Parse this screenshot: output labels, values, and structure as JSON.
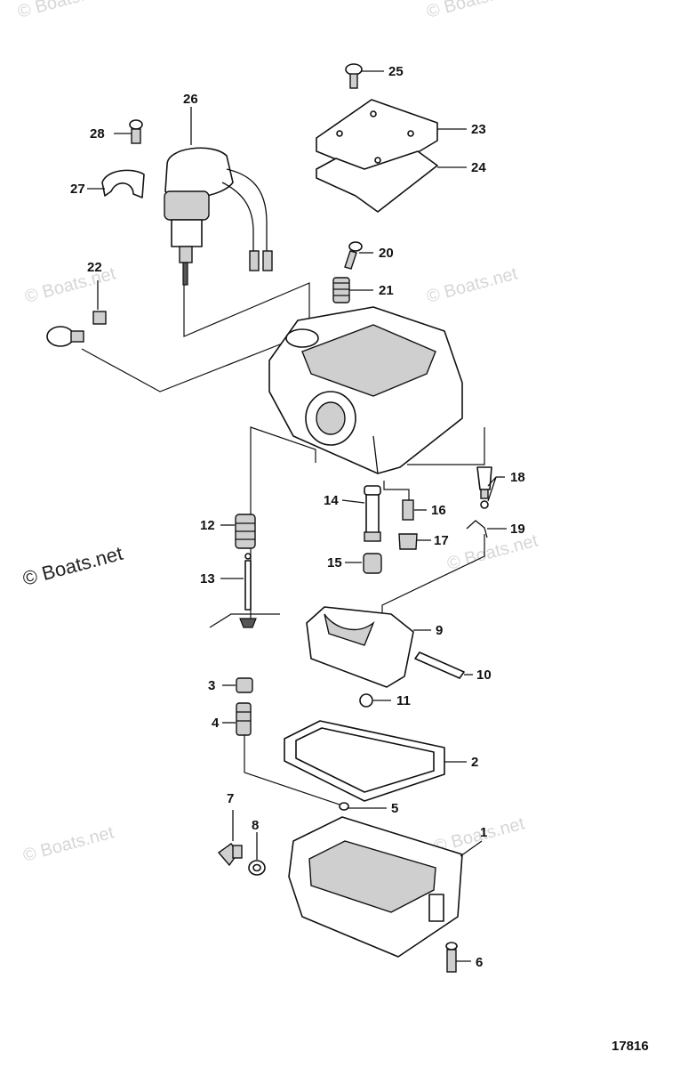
{
  "watermark": "© Boats.net",
  "figure_number": "17816",
  "callouts": {
    "c1": "1",
    "c2": "2",
    "c3": "3",
    "c4": "4",
    "c5": "5",
    "c6": "6",
    "c7": "7",
    "c8": "8",
    "c9": "9",
    "c10": "10",
    "c11": "11",
    "c12": "12",
    "c13": "13",
    "c14": "14",
    "c15": "15",
    "c16": "16",
    "c17": "17",
    "c18": "18",
    "c19": "19",
    "c20": "20",
    "c21": "21",
    "c22": "22",
    "c23": "23",
    "c24": "24",
    "c25": "25",
    "c26": "26",
    "c27": "27",
    "c28": "28"
  }
}
